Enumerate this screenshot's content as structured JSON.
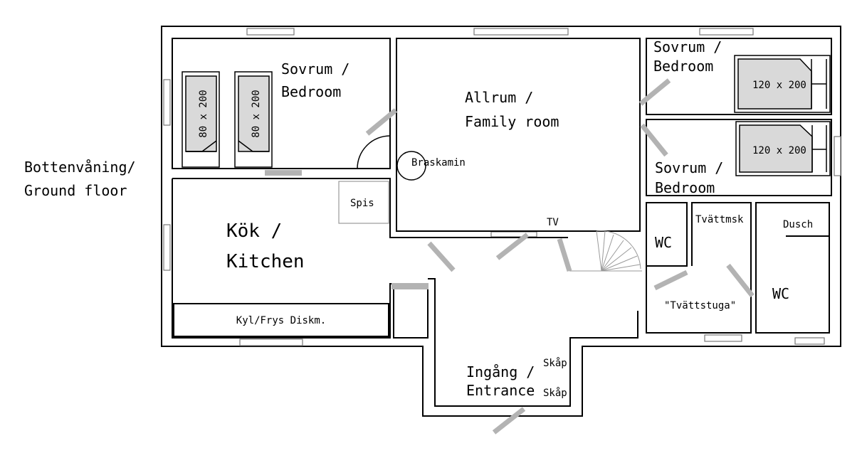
{
  "floor_label": {
    "line1": "Bottenvåning/",
    "line2": "Ground floor"
  },
  "rooms": {
    "bedroom_left": {
      "line1": "Sovrum /",
      "line2": "Bedroom"
    },
    "family_room": {
      "line1": "Allrum /",
      "line2": "Family room"
    },
    "bedroom_top_right": {
      "line1": "Sovrum /",
      "line2": "Bedroom"
    },
    "bedroom_mid_right": {
      "line1": "Sovrum /",
      "line2": "Bedroom"
    },
    "kitchen": {
      "line1": "Kök /",
      "line2": "Kitchen"
    },
    "wc_small": "WC",
    "wc_large": "WC",
    "laundry": "\"Tvättstuga\"",
    "entrance": {
      "line1": "Ingång /",
      "line2": "Entrance"
    }
  },
  "fixtures": {
    "bed1": "80 x 200",
    "bed2": "80 x 200",
    "bed3": "120 x 200",
    "bed4": "120 x 200",
    "fireplace": "Braskamin",
    "stove": "Spis",
    "tv": "TV",
    "fridge_dishwasher": "Kyl/Frys Diskm.",
    "washing_machine": "Tvättmsk",
    "shower": "Dusch",
    "closet1": "Skåp",
    "closet2": "Skåp"
  },
  "colors": {
    "wall": "#000000",
    "door": "#b3b3b3",
    "bed_fill": "#d9d9d9",
    "window": "#777777"
  }
}
